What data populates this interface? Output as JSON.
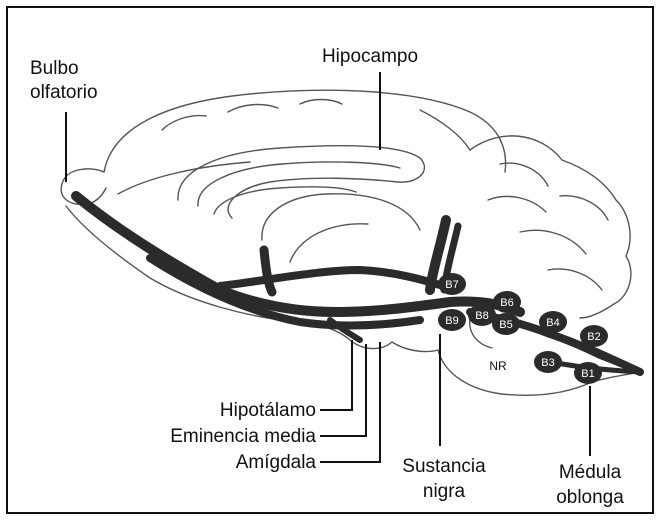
{
  "labels": {
    "bulbo_line1": "Bulbo",
    "bulbo_line2": "olfatorio",
    "hipocampo": "Hipocampo",
    "hipotalamo": "Hipotálamo",
    "eminencia": "Eminencia media",
    "amigdala": "Amígdala",
    "sustancia_line1": "Sustancia",
    "sustancia_line2": "nigra",
    "medula_line1": "Médula",
    "medula_line2": "oblonga"
  },
  "nuclei": {
    "b1": "B1",
    "b2": "B2",
    "b3": "B3",
    "b4": "B4",
    "b5": "B5",
    "b6": "B6",
    "b7": "B7",
    "b8": "B8",
    "b9": "B9",
    "nr": "NR"
  },
  "colors": {
    "pathway": "#2b2b2b",
    "outline": "#555555",
    "frame": "#111111"
  }
}
